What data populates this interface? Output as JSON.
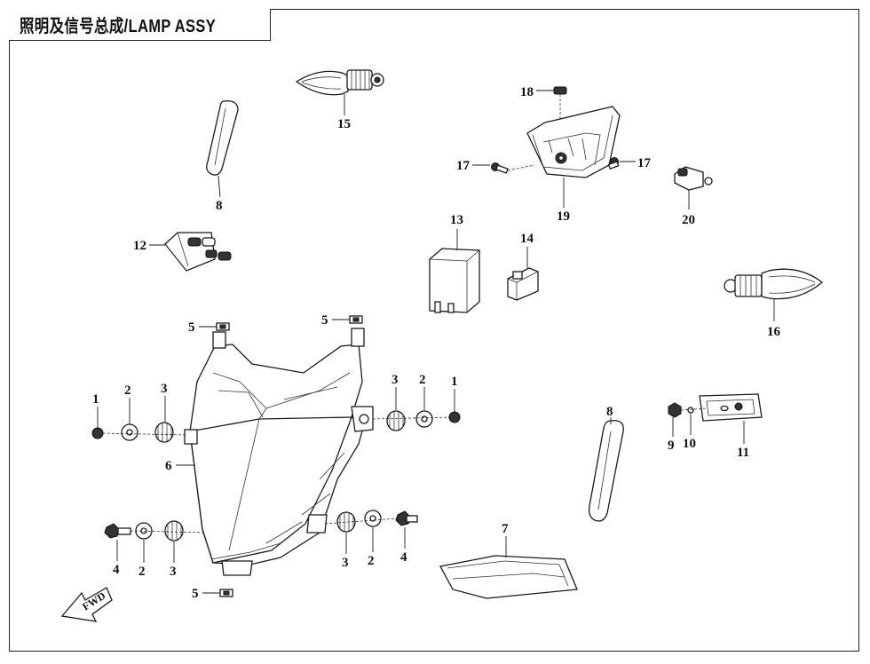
{
  "title": "照明及信号总成/LAMP ASSY",
  "fwd_label": "FWD",
  "callouts": [
    {
      "id": "c1a",
      "label": "1"
    },
    {
      "id": "c1b",
      "label": "1"
    },
    {
      "id": "c2a",
      "label": "2"
    },
    {
      "id": "c2b",
      "label": "2"
    },
    {
      "id": "c2c",
      "label": "2"
    },
    {
      "id": "c2d",
      "label": "2"
    },
    {
      "id": "c3a",
      "label": "3"
    },
    {
      "id": "c3b",
      "label": "3"
    },
    {
      "id": "c3c",
      "label": "3"
    },
    {
      "id": "c3d",
      "label": "3"
    },
    {
      "id": "c4a",
      "label": "4"
    },
    {
      "id": "c4b",
      "label": "4"
    },
    {
      "id": "c5a",
      "label": "5"
    },
    {
      "id": "c5b",
      "label": "5"
    },
    {
      "id": "c5c",
      "label": "5"
    },
    {
      "id": "c6",
      "label": "6"
    },
    {
      "id": "c7",
      "label": "7"
    },
    {
      "id": "c8a",
      "label": "8"
    },
    {
      "id": "c8b",
      "label": "8"
    },
    {
      "id": "c9",
      "label": "9"
    },
    {
      "id": "c10",
      "label": "10"
    },
    {
      "id": "c11",
      "label": "11"
    },
    {
      "id": "c12",
      "label": "12"
    },
    {
      "id": "c13",
      "label": "13"
    },
    {
      "id": "c14",
      "label": "14"
    },
    {
      "id": "c15",
      "label": "15"
    },
    {
      "id": "c16",
      "label": "16"
    },
    {
      "id": "c17a",
      "label": "17"
    },
    {
      "id": "c17b",
      "label": "17"
    },
    {
      "id": "c18",
      "label": "18"
    },
    {
      "id": "c19",
      "label": "19"
    },
    {
      "id": "c20",
      "label": "20"
    }
  ]
}
